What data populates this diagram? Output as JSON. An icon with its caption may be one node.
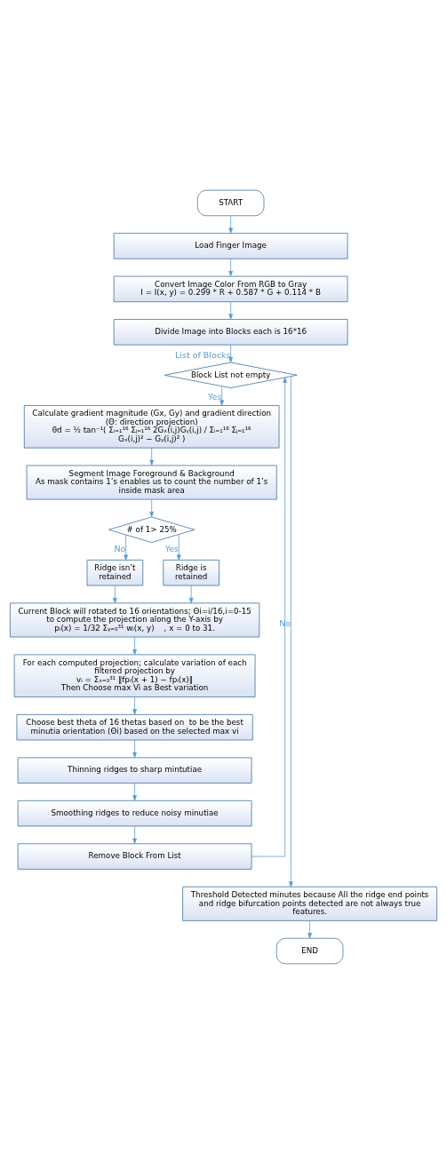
{
  "diagram": {
    "nodes": [
      {
        "text": [
          "START"
        ]
      },
      {
        "text": [
          "Load Finger Image"
        ]
      },
      {
        "text": [
          "Convert Image Color From RGB to Gray",
          "I = I(x, y) = 0.299 * R + 0.587 * G + 0.114 * B"
        ]
      },
      {
        "text": [
          "Divide Image into Blocks each is 16*16"
        ]
      },
      {
        "text": [
          "Block List not empty"
        ]
      },
      {
        "text": [
          "Calculate gradient magnitude (Gx, Gy) and gradient direction (Θ: direction projection)",
          "θd = ½ tan⁻¹( Σᵢ₌₁¹⁶ Σⱼ₌₁¹⁶ 2Gₓ(i,j)Gᵧ(i,j) / Σᵢ₌₁¹⁶ Σⱼ₌₁¹⁶ Gₓ(i,j)² − Gᵧ(i,j)² )"
        ]
      },
      {
        "text": [
          "Segment Image Foreground & Background",
          "As mask contains 1’s enables us to count the number of 1’s inside mask area"
        ]
      },
      {
        "text": [
          "# of 1> 25%"
        ]
      },
      {
        "text": [
          "Ridge isn’t retained"
        ]
      },
      {
        "text": [
          "Ridge is retained"
        ]
      },
      {
        "text": [
          "Current Block will rotated to 16 orientations; Θi=i/16,i=0-15 to compute the projection along the Y-axis by",
          "pᵢ(x) = 1/32 Σᵧ₌₀³¹ wᵢ(x, y)    , x = 0 to 31."
        ]
      },
      {
        "text": [
          "For each computed projection; calculate variation of each filtered projection by",
          "vᵢ = Σₓ₌₀³¹ ‖fpᵢ(x + 1) − fpᵢ(x)‖",
          "Then Choose max Vi as Best variation"
        ]
      },
      {
        "text": [
          "Choose best theta of 16 thetas based on  to be the best minutia orientation (Θi) based on the selected max vi"
        ]
      },
      {
        "text": [
          "Thinning ridges to sharp mintutiae"
        ]
      },
      {
        "text": [
          "Smoothing ridges to reduce noisy minutiae"
        ]
      },
      {
        "text": [
          "Remove Block From List"
        ]
      },
      {
        "text": [
          "Threshold Detected minutes because All the ridge end points and ridge bifurcation points detected are not always true features."
        ]
      },
      {
        "text": [
          "END"
        ]
      }
    ],
    "edges": [
      {
        "from": 0,
        "to": 1,
        "arrow": "to"
      },
      {
        "from": 1,
        "to": 2,
        "arrow": "to"
      },
      {
        "from": 2,
        "to": 3,
        "arrow": "to"
      },
      {
        "from": 3,
        "to": 4,
        "arrow": "to",
        "label": "List of Blocks"
      },
      {
        "from": 4,
        "to": 5,
        "arrow": "to",
        "label": "Yes"
      },
      {
        "from": 5,
        "to": 6,
        "arrow": "to"
      },
      {
        "from": 6,
        "to": 7,
        "arrow": "to"
      },
      {
        "from": 7,
        "to": 8,
        "arrow": "to",
        "label": "No"
      },
      {
        "from": 7,
        "to": 9,
        "arrow": "to",
        "label": "Yes"
      },
      {
        "from": 8,
        "to": 10,
        "arrow": "to"
      },
      {
        "from": 9,
        "to": 10,
        "arrow": "to"
      },
      {
        "from": 10,
        "to": 11,
        "arrow": "to"
      },
      {
        "from": 11,
        "to": 12,
        "arrow": "to"
      },
      {
        "from": 12,
        "to": 13,
        "arrow": "to"
      },
      {
        "from": 13,
        "to": 14,
        "arrow": "to"
      },
      {
        "from": 14,
        "to": 15,
        "arrow": "to"
      },
      {
        "from": 15,
        "to": 4,
        "arrow": "to"
      },
      {
        "from": 4,
        "to": 16,
        "arrow": "to",
        "label": "No"
      },
      {
        "from": 16,
        "to": 17,
        "arrow": "to"
      }
    ]
  }
}
